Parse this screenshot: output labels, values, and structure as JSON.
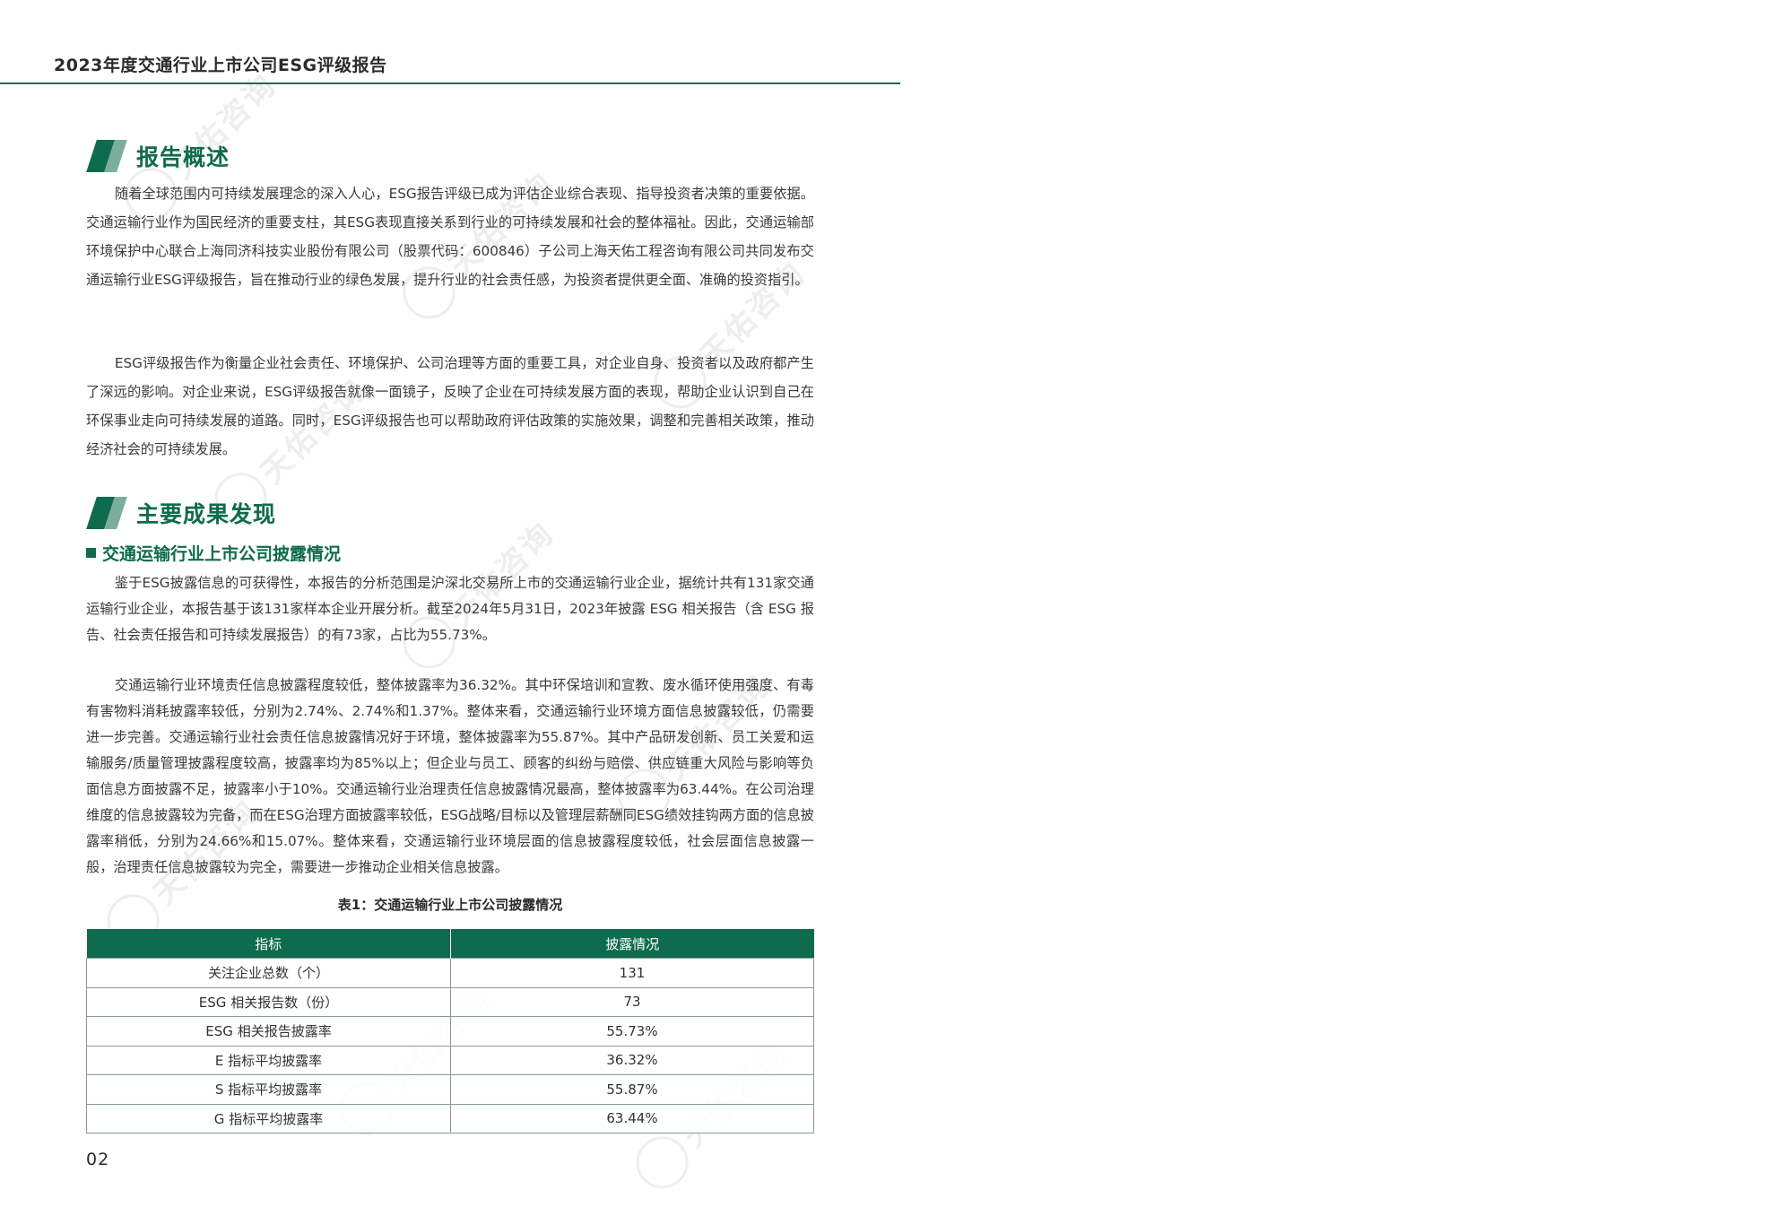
{
  "header": {
    "title": "2023年度交通行业上市公司ESG评级报告"
  },
  "watermark": {
    "icon": "seal-ring-icon",
    "text": "天佑咨询"
  },
  "sections": {
    "overview": {
      "title": "报告概述",
      "paragraphs": [
        "随着全球范围内可持续发展理念的深入人心，ESG报告评级已成为评估企业综合表现、指导投资者决策的重要依据。交通运输行业作为国民经济的重要支柱，其ESG表现直接关系到行业的可持续发展和社会的整体福祉。因此，交通运输部环境保护中心联合上海同济科技实业股份有限公司（股票代码：600846）子公司上海天佑工程咨询有限公司共同发布交通运输行业ESG评级报告，旨在推动行业的绿色发展，提升行业的社会责任感，为投资者提供更全面、准确的投资指引。",
        "ESG评级报告作为衡量企业社会责任、环境保护、公司治理等方面的重要工具，对企业自身、投资者以及政府都产生了深远的影响。对企业来说，ESG评级报告就像一面镜子，反映了企业在可持续发展方面的表现，帮助企业认识到自己在环保事业走向可持续发展的道路。同时，ESG评级报告也可以帮助政府评估政策的实施效果，调整和完善相关政策，推动经济社会的可持续发展。"
      ]
    },
    "findings": {
      "title": "主要成果发现",
      "subheading": "交通运输行业上市公司披露情况",
      "paragraphs": [
        "鉴于ESG披露信息的可获得性，本报告的分析范围是沪深北交易所上市的交通运输行业企业，据统计共有131家交通运输行业企业，本报告基于该131家样本企业开展分析。截至2024年5月31日，2023年披露 ESG 相关报告（含 ESG 报告、社会责任报告和可持续发展报告）的有73家，占比为55.73%。",
        "交通运输行业环境责任信息披露程度较低，整体披露率为36.32%。其中环保培训和宣教、废水循环使用强度、有毒有害物料消耗披露率较低，分别为2.74%、2.74%和1.37%。整体来看，交通运输行业环境方面信息披露较低，仍需要进一步完善。交通运输行业社会责任信息披露情况好于环境，整体披露率为55.87%。其中产品研发创新、员工关爱和运输服务/质量管理披露程度较高，披露率均为85%以上；但企业与员工、顾客的纠纷与赔偿、供应链重大风险与影响等负面信息方面披露不足，披露率小于10%。交通运输行业治理责任信息披露情况最高，整体披露率为63.44%。在公司治理维度的信息披露较为完备，而在ESG治理方面披露率较低，ESG战略/目标以及管理层薪酬同ESG绩效挂钩两方面的信息披露率稍低，分别为24.66%和15.07%。整体来看，交通运输行业环境层面的信息披露程度较低，社会层面信息披露一般，治理责任信息披露较为完全，需要进一步推动企业相关信息披露。"
      ]
    }
  },
  "table": {
    "caption": "表1：交通运输行业上市公司披露情况",
    "headers": [
      "指标",
      "披露情况"
    ],
    "rows": [
      [
        "关注企业总数（个）",
        "131"
      ],
      [
        "ESG 相关报告数（份）",
        "73"
      ],
      [
        "ESG 相关报告披露率",
        "55.73%"
      ],
      [
        "E 指标平均披露率",
        "36.32%"
      ],
      [
        "S 指标平均披露率",
        "55.87%"
      ],
      [
        "G 指标平均披露率",
        "63.44%"
      ]
    ]
  },
  "page_number": "02"
}
